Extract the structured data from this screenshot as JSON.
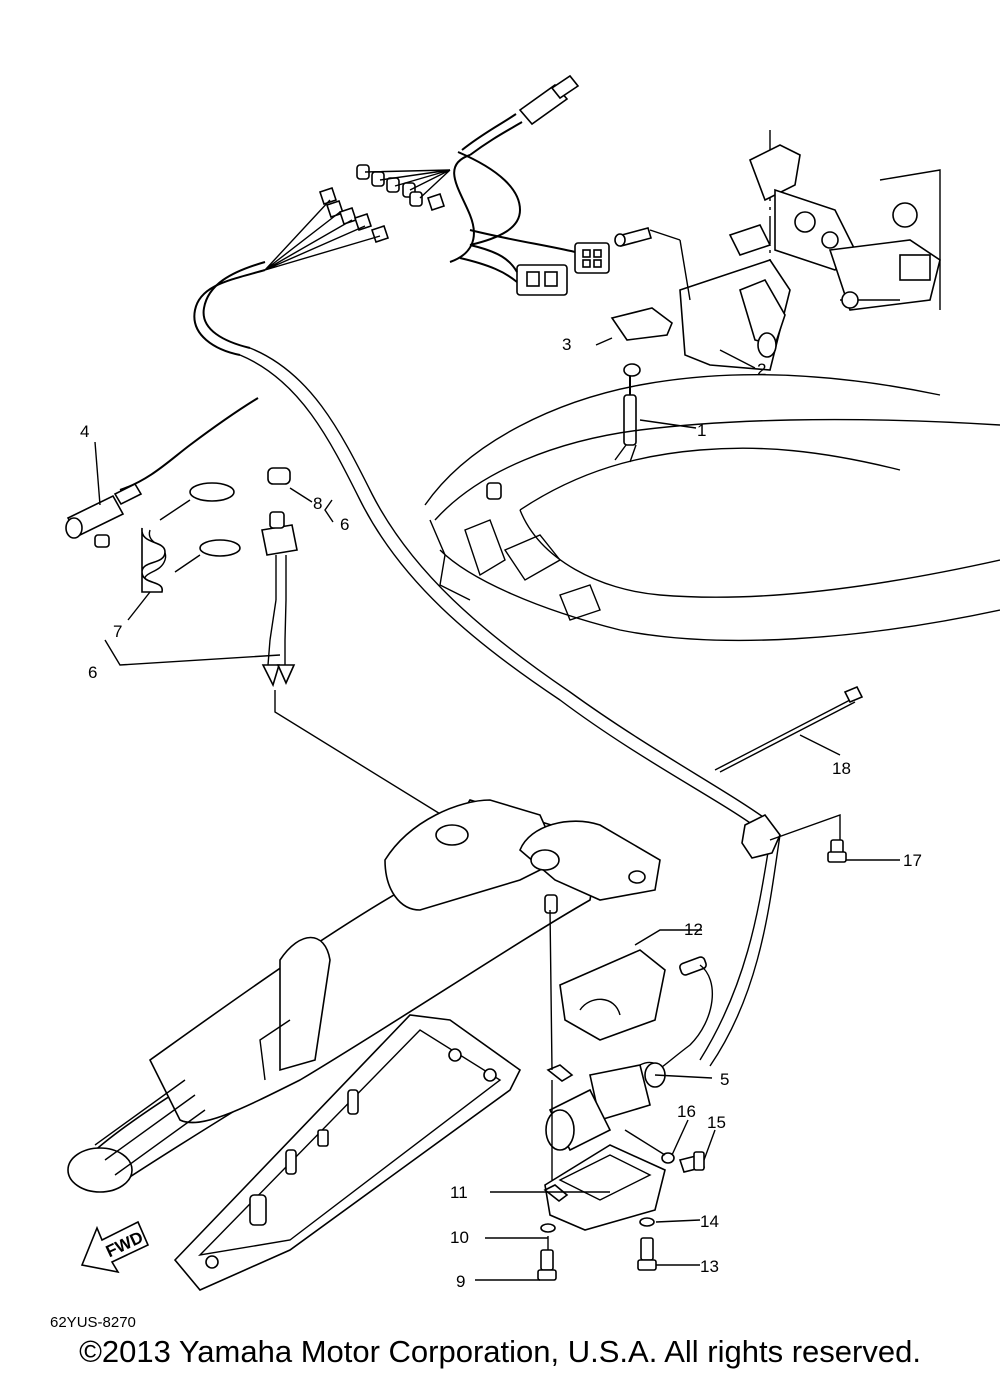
{
  "diagram": {
    "callouts": [
      {
        "id": "1",
        "text": "1"
      },
      {
        "id": "2",
        "text": "2"
      },
      {
        "id": "3",
        "text": "3"
      },
      {
        "id": "4",
        "text": "4"
      },
      {
        "id": "5",
        "text": "5"
      },
      {
        "id": "6a",
        "text": "6"
      },
      {
        "id": "6b",
        "text": "6"
      },
      {
        "id": "7",
        "text": "7"
      },
      {
        "id": "8",
        "text": "8"
      },
      {
        "id": "9",
        "text": "9"
      },
      {
        "id": "10",
        "text": "10"
      },
      {
        "id": "11",
        "text": "11"
      },
      {
        "id": "12",
        "text": "12"
      },
      {
        "id": "13",
        "text": "13"
      },
      {
        "id": "14",
        "text": "14"
      },
      {
        "id": "15",
        "text": "15"
      },
      {
        "id": "16",
        "text": "16"
      },
      {
        "id": "17",
        "text": "17"
      },
      {
        "id": "18",
        "text": "18"
      }
    ],
    "fwd_label": "FWD",
    "figure_code": "62YUS-8270"
  },
  "footer": {
    "copyright": "©2013 Yamaha Motor Corporation, U.S.A. All rights reserved."
  }
}
